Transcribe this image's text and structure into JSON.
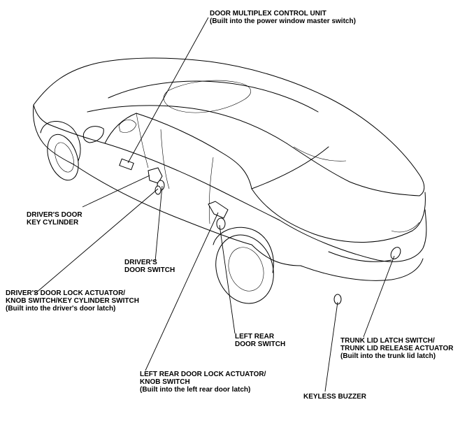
{
  "labels": {
    "door_multiplex": {
      "line1": "DOOR MULTIPLEX CONTROL UNIT",
      "line2": "(Built into the power window master switch)"
    },
    "drivers_key_cylinder": {
      "line1": "DRIVER'S DOOR",
      "line2": "KEY CYLINDER"
    },
    "drivers_door_switch": {
      "line1": "DRIVER'S",
      "line2": "DOOR SWITCH"
    },
    "drivers_lock_actuator": {
      "line1": "DRIVER'S DOOR LOCK ACTUATOR/",
      "line2": "KNOB SWITCH/KEY CYLINDER SWITCH",
      "line3": "(Built into the driver's door latch)"
    },
    "left_rear_door_switch": {
      "line1": "LEFT REAR",
      "line2": "DOOR SWITCH"
    },
    "left_rear_lock_actuator": {
      "line1": "LEFT REAR DOOR LOCK ACTUATOR/",
      "line2": "KNOB SWITCH",
      "line3": "(Built into the left rear door latch)"
    },
    "keyless_buzzer": {
      "line1": "KEYLESS BUZZER"
    },
    "trunk_lid": {
      "line1": "TRUNK LID LATCH SWITCH/",
      "line2": "TRUNK LID RELEASE ACTUATOR",
      "line3": "(Built into the trunk lid latch)"
    }
  }
}
